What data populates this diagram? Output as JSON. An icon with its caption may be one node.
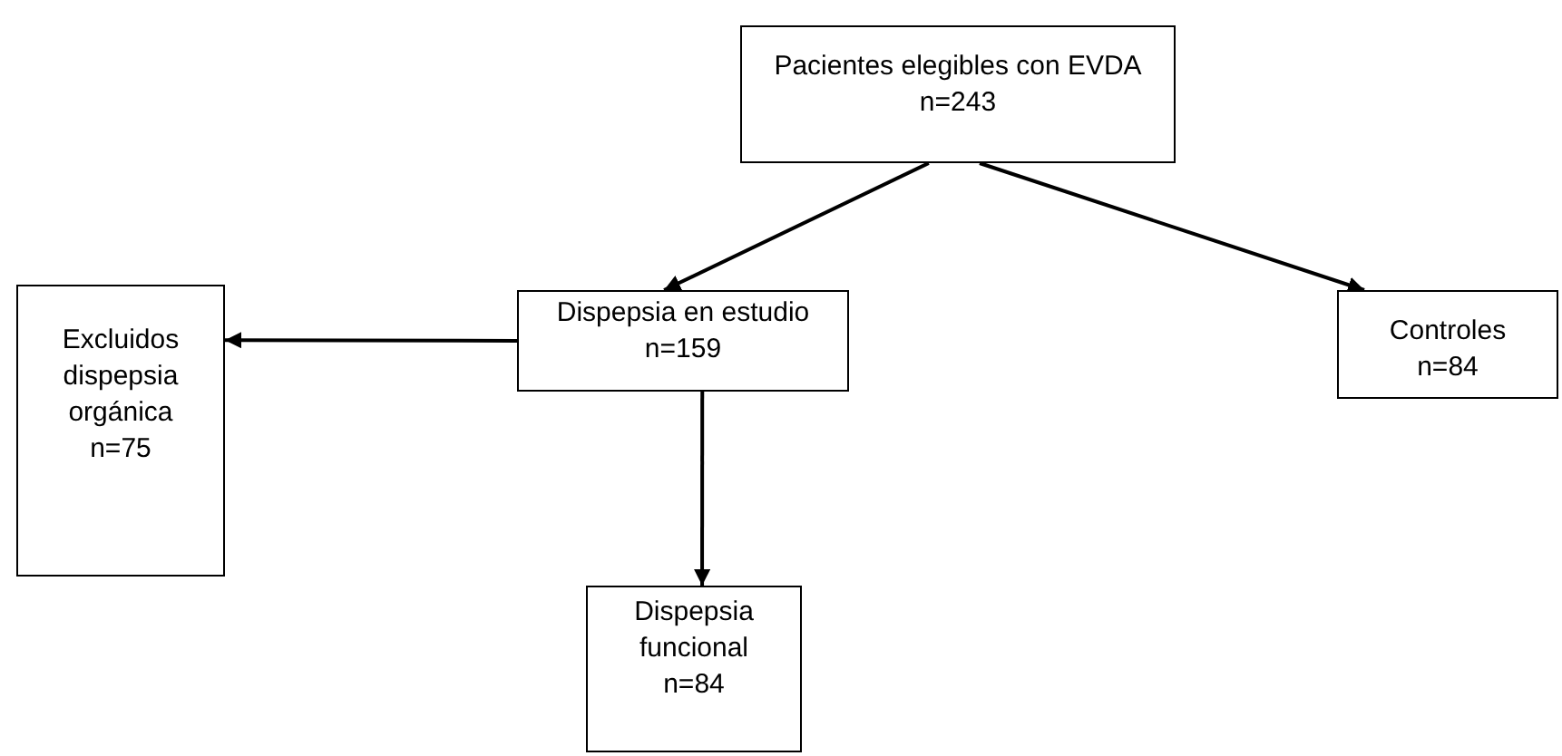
{
  "diagram": {
    "nodes": [
      {
        "text": [
          "Pacientes elegibles con EVDA",
          "n=243"
        ]
      },
      {
        "text": [
          "Dispepsia en estudio",
          "n=159"
        ]
      },
      {
        "text": [
          "Excluidos dispepsia orgánica",
          "n=75"
        ]
      },
      {
        "text": [
          "Controles",
          "n=84"
        ]
      },
      {
        "text": [
          "Dispepsia funcional",
          "n=84"
        ]
      }
    ],
    "edges": [
      {
        "from": 0,
        "to": 1,
        "arrow": "to"
      },
      {
        "from": 0,
        "to": 3,
        "arrow": "to"
      },
      {
        "from": 1,
        "to": 2,
        "arrow": "to"
      },
      {
        "from": 1,
        "to": 4,
        "arrow": "to"
      }
    ]
  }
}
